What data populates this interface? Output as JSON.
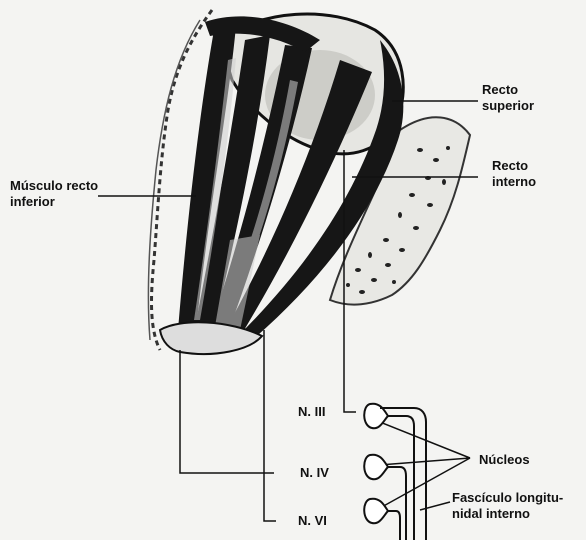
{
  "labels": {
    "recto_superior": [
      "Recto",
      "superior"
    ],
    "recto_interno": [
      "Recto",
      "interno"
    ],
    "musculo_recto_inferior": [
      "Músculo recto",
      "inferior"
    ],
    "n_iii": "N. III",
    "n_iv": "N. IV",
    "n_vi": "N. VI",
    "nucleos": "Núcleos",
    "fasciculo": [
      "Fascículo longitu-",
      "nidal interno"
    ]
  },
  "colors": {
    "ink": "#111111",
    "paper": "#f4f4f2",
    "muscle": "#161616",
    "highlight": "#cfcfcf"
  }
}
